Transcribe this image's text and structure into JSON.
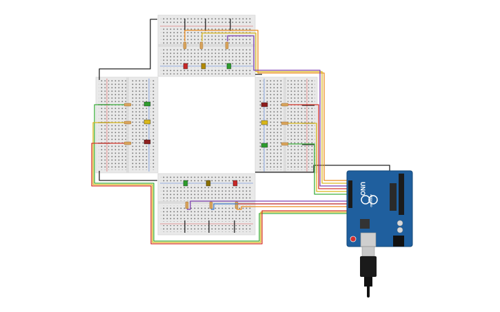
{
  "board": {
    "model": "UNO",
    "brand": "ARDUINO",
    "name": "arduino-uno"
  },
  "colors": {
    "breadboard": "#e9e9e9",
    "board": "#1f5f9e",
    "wire_black": "#222222",
    "wire_red": "#d6342a",
    "wire_orange": "#ec8a1c",
    "wire_yellow": "#d9b71a",
    "wire_green": "#3cae3c",
    "wire_purple": "#7d3fb0",
    "wire_blue": "#3c78c8",
    "led_red": "#c62828",
    "led_yellow": "#b38a00",
    "led_green": "#2e9c2e"
  },
  "leds": {
    "top": [
      "red",
      "yellow",
      "green"
    ],
    "left": [
      "green",
      "yellow",
      "red"
    ],
    "right": [
      "red",
      "yellow",
      "green"
    ],
    "bottom": [
      "green",
      "yellow",
      "red"
    ]
  }
}
